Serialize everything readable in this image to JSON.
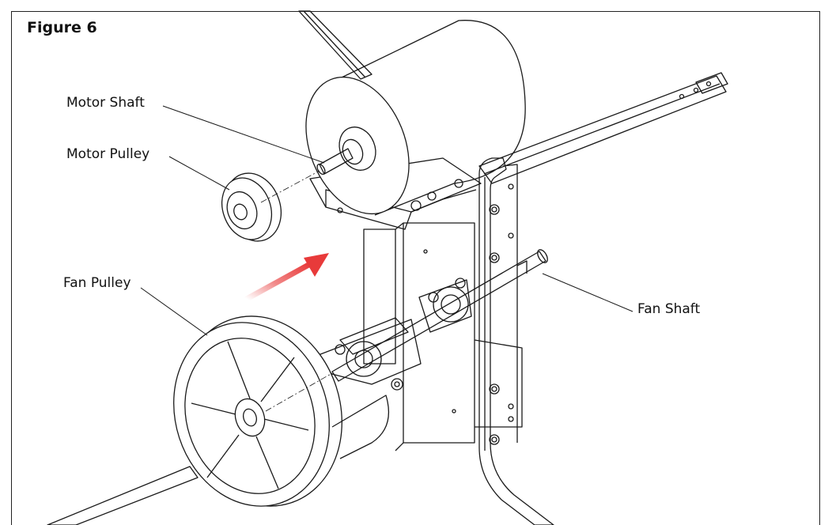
{
  "figure": {
    "title": "Figure 6"
  },
  "callouts": {
    "motor_shaft": "Motor Shaft",
    "motor_pulley": "Motor Pulley",
    "fan_pulley": "Fan Pulley",
    "fan_shaft": "Fan Shaft"
  },
  "colors": {
    "line": "#1a1a1a",
    "arrow": "#e83a3a"
  }
}
